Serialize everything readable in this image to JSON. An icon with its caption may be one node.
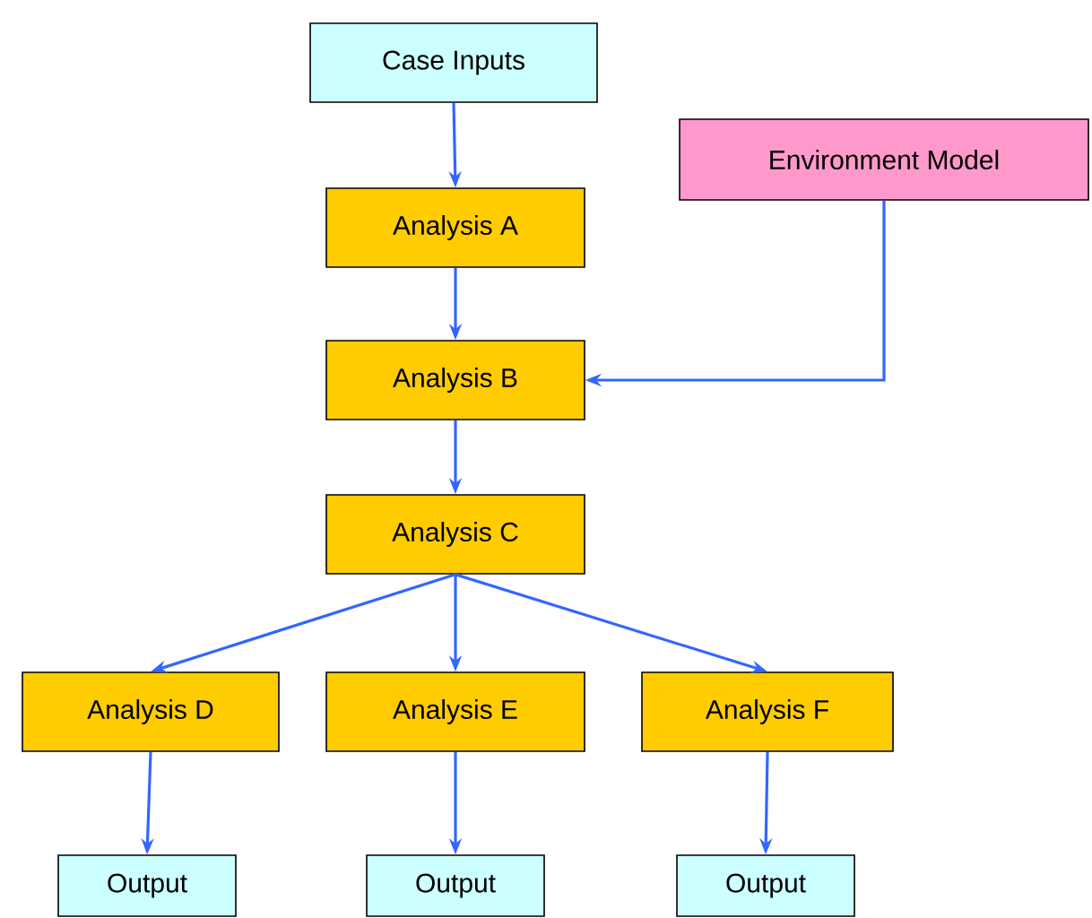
{
  "diagram": {
    "nodes": [
      {
        "text": [
          "Case Inputs"
        ]
      },
      {
        "text": [
          "Environment Model"
        ]
      },
      {
        "text": [
          "Analysis A"
        ]
      },
      {
        "text": [
          "Analysis B"
        ]
      },
      {
        "text": [
          "Analysis C"
        ]
      },
      {
        "text": [
          "Analysis D"
        ]
      },
      {
        "text": [
          "Analysis E"
        ]
      },
      {
        "text": [
          "Analysis F"
        ]
      },
      {
        "text": [
          "Output"
        ]
      },
      {
        "text": [
          "Output"
        ]
      },
      {
        "text": [
          "Output"
        ]
      }
    ],
    "edges": [
      {
        "from": 0,
        "to": 2,
        "arrow": "to"
      },
      {
        "from": 2,
        "to": 3,
        "arrow": "to"
      },
      {
        "from": 1,
        "to": 3,
        "arrow": "to"
      },
      {
        "from": 3,
        "to": 4,
        "arrow": "to"
      },
      {
        "from": 4,
        "to": 5,
        "arrow": "to"
      },
      {
        "from": 4,
        "to": 6,
        "arrow": "to"
      },
      {
        "from": 4,
        "to": 7,
        "arrow": "to"
      },
      {
        "from": 5,
        "to": 8,
        "arrow": "to"
      },
      {
        "from": 6,
        "to": 9,
        "arrow": "to"
      },
      {
        "from": 7,
        "to": 10,
        "arrow": "to"
      }
    ]
  }
}
